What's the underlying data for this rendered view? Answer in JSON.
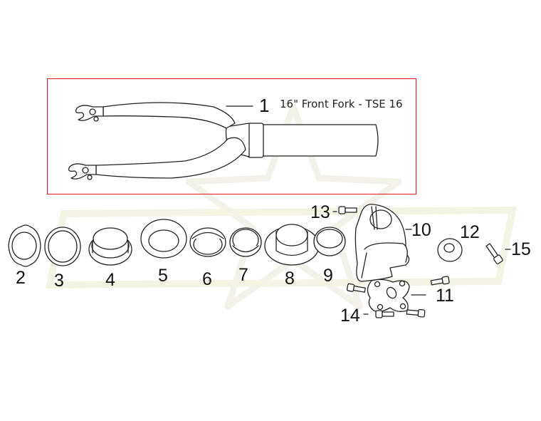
{
  "diagram": {
    "type": "exploded-parts-diagram",
    "highlight_color": "#e0161e",
    "highlighted_part": {
      "number": "1",
      "label": "16\" Front Fork - TSE 16"
    },
    "parts": [
      {
        "number": "1",
        "shape": "front-fork"
      },
      {
        "number": "2",
        "shape": "tabbed-ring"
      },
      {
        "number": "3",
        "shape": "ring"
      },
      {
        "number": "4",
        "shape": "headset-cup"
      },
      {
        "number": "5",
        "shape": "wide-washer"
      },
      {
        "number": "6",
        "shape": "bearing-race"
      },
      {
        "number": "7",
        "shape": "bearing-race"
      },
      {
        "number": "8",
        "shape": "crown-race-cup"
      },
      {
        "number": "9",
        "shape": "bearing-race"
      },
      {
        "number": "10",
        "shape": "stem-clamp"
      },
      {
        "number": "11",
        "shape": "stem-faceplate"
      },
      {
        "number": "12",
        "shape": "top-cap"
      },
      {
        "number": "13",
        "shape": "bolt"
      },
      {
        "number": "14",
        "shape": "bolt"
      },
      {
        "number": "15",
        "shape": "bolt"
      }
    ]
  }
}
